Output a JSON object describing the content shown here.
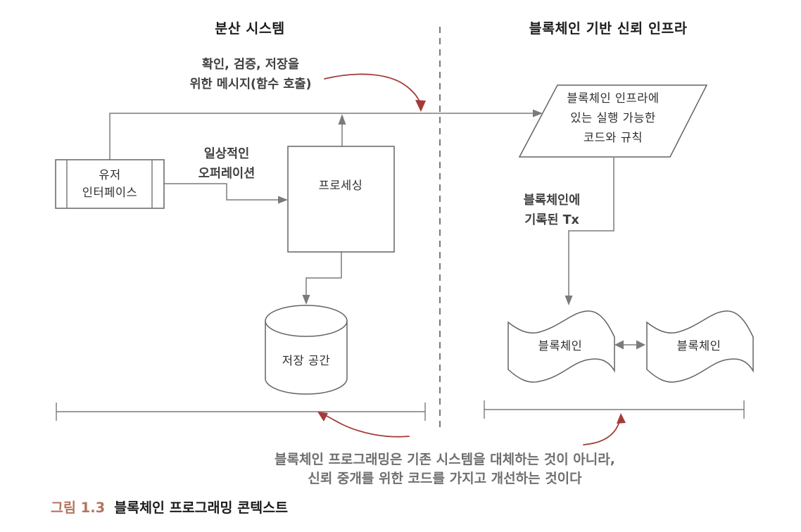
{
  "figure": {
    "left_section": {
      "title": "분산 시스템",
      "message_label": {
        "line1": "확인, 검증, 저장을",
        "line2": "위한 메시지(함수 호출)"
      },
      "routine_label": {
        "line1": "일상적인",
        "line2": "오퍼레이션"
      },
      "user_interface": {
        "line1": "유저",
        "line2": "인터페이스"
      },
      "processing": "프로세싱",
      "storage": "저장 공간"
    },
    "right_section": {
      "title": "블록체인 기반 신뢰 인프라",
      "infra_code": {
        "line1": "블록체인 인프라에",
        "line2": "있는 실행 가능한",
        "line3": "코드와 규칙"
      },
      "tx_label": {
        "line1": "블록체인에",
        "line2": "기록된 Tx"
      },
      "blockchain_left": "블록체인",
      "blockchain_right": "블록체인"
    },
    "footnote": {
      "line1": "블록체인 프로그래밍은 기존 시스템을 대체하는 것이 아니라,",
      "line2": "신뢰 중개를 위한 코드를 가지고 개선하는 것이다"
    },
    "caption": {
      "number": "그림 1.3",
      "text": "블록체인 프로그래밍 콘텍스트"
    }
  },
  "colors": {
    "line": "#7b7b7b",
    "shape": "#636363",
    "dashed": "#575757",
    "accent_red": "#a33b38",
    "caption_number": "#b4745c",
    "text_dark": "#1c1c1c",
    "text_label": "#404040",
    "text_box": "#2e2e2e",
    "text_gray": "#6f6f6f"
  }
}
